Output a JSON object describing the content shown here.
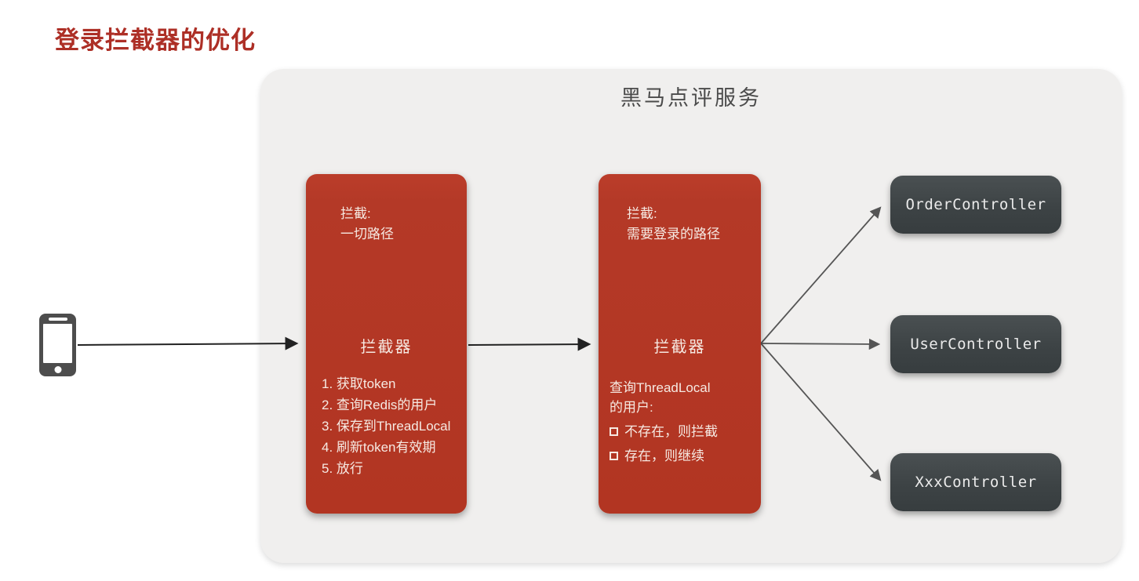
{
  "page": {
    "title": "登录拦截器的优化"
  },
  "service": {
    "title": "黑马点评服务"
  },
  "client": {
    "icon": "smartphone-icon"
  },
  "interceptor1": {
    "scope_line1": "拦截:",
    "scope_line2": "一切路径",
    "name": "拦截器",
    "steps": [
      "1. 获取token",
      "2. 查询Redis的用户",
      "3. 保存到ThreadLocal",
      "4. 刷新token有效期",
      "5. 放行"
    ]
  },
  "interceptor2": {
    "scope_line1": "拦截:",
    "scope_line2": "需要登录的路径",
    "name": "拦截器",
    "query_line1": "查询ThreadLocal",
    "query_line2": "的用户:",
    "checks": [
      "不存在，则拦截",
      "存在，则继续"
    ]
  },
  "controllers": [
    "OrderController",
    "UserController",
    "XxxController"
  ],
  "colors": {
    "title_red": "#ad2f26",
    "interceptor_red": "#b43927",
    "interceptor_text": "#f6e9e2",
    "panel_bg": "#f0efee",
    "controller_bg": "#3d4345",
    "controller_text": "#eaeaea",
    "arrow_dark": "#222222",
    "arrow_gray": "#555555"
  }
}
